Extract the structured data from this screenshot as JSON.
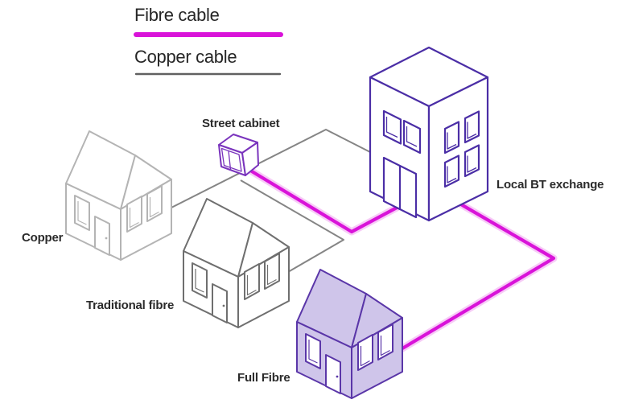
{
  "legend": {
    "fibre_label": "Fibre cable",
    "copper_label": "Copper cable"
  },
  "labels": {
    "street_cabinet": "Street cabinet",
    "local_bt_exchange": "Local BT exchange",
    "copper_house": "Copper",
    "traditional_fibre_house": "Traditional fibre",
    "full_fibre_house": "Full Fibre"
  },
  "colors": {
    "fibre_cable": "#d913d9",
    "copper_cable": "#858585",
    "legend_copper_line": "#606060",
    "exchange_outline": "#4b2ea6",
    "cabinet_outline": "#7a34bd",
    "full_fibre_house_outline": "#5a36a8",
    "full_fibre_house_fill": "#cfc5ea",
    "copper_house_outline": "#b4b4b4",
    "traditional_house_outline": "#6f6f6f",
    "label_text": "#2b2b2b"
  },
  "connections": [
    {
      "type": "fibre",
      "from": "Local BT exchange",
      "to": "Street cabinet"
    },
    {
      "type": "fibre",
      "from": "Local BT exchange",
      "to": "Full Fibre"
    },
    {
      "type": "copper",
      "from": "Street cabinet",
      "to": "Copper"
    },
    {
      "type": "copper",
      "from": "Street cabinet",
      "to": "Traditional fibre"
    }
  ]
}
